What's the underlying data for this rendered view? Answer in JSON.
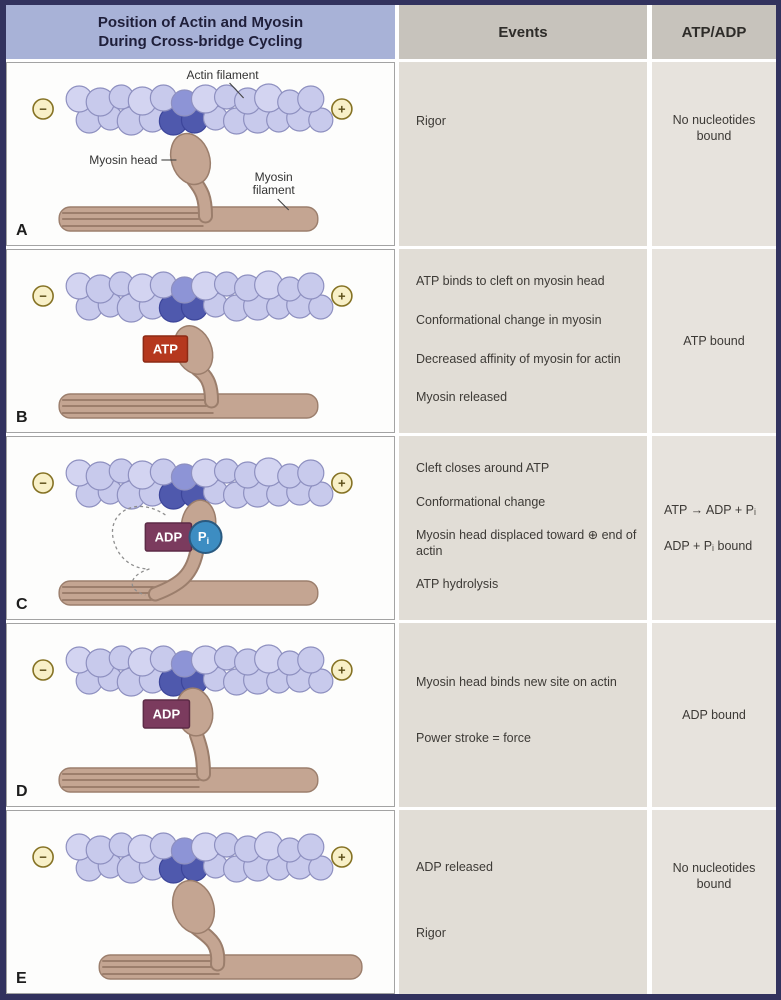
{
  "header": {
    "title_line1": "Position of Actin and Myosin",
    "title_line2": "During Cross-bridge Cycling",
    "events_col": "Events",
    "atp_col": "ATP/ADP"
  },
  "figure_labels": {
    "actin": "Actin filament",
    "myosin_head": "Myosin head",
    "myosin_filament_1": "Myosin",
    "myosin_filament_2": "filament"
  },
  "polarity": {
    "minus": "−",
    "plus": "+"
  },
  "nucleotide_labels": {
    "atp": "ATP",
    "adp": "ADP",
    "pi": "Pi"
  },
  "rows": [
    {
      "letter": "A",
      "state": "rigor_labeled",
      "events": [
        "Rigor"
      ],
      "atp_adp": [
        "No nucleotides bound"
      ]
    },
    {
      "letter": "B",
      "state": "released_atp",
      "events": [
        "ATP binds to cleft on myosin head",
        "Conformational change in myosin",
        "Decreased affinity of myosin for actin",
        "Myosin released"
      ],
      "atp_adp": [
        "ATP bound"
      ]
    },
    {
      "letter": "C",
      "state": "cocked_adp_pi",
      "events": [
        "Cleft closes around ATP",
        "Conformational change",
        "Myosin head displaced toward ⊕ end of actin",
        "ATP hydrolysis"
      ],
      "atp_adp": [
        "ATP → ADP + Pᵢ",
        "ADP + Pᵢ bound"
      ]
    },
    {
      "letter": "D",
      "state": "powerstroke_adp",
      "events": [
        "Myosin head binds new site on actin",
        "Power stroke = force"
      ],
      "atp_adp": [
        "ADP bound"
      ]
    },
    {
      "letter": "E",
      "state": "rigor_shifted",
      "events": [
        "ADP released",
        "Rigor"
      ],
      "atp_adp": [
        "No nucleotides bound"
      ]
    }
  ],
  "colors": {
    "frame_navy": "#32325e",
    "header_blue": "#a8b2d7",
    "header_gray": "#c7c3bc",
    "events_bg": "#e1ddd6",
    "atp_bg": "#e7e3dd",
    "actin_fill": "#c8caec",
    "actin_fill2": "#d3d4f1",
    "actin_mid": "#8d94d6",
    "actin_dark": "#4f59ad",
    "actin_dark_stroke": "#3c459a",
    "actin_stroke": "#8e90c0",
    "myosin_fill": "#c4a592",
    "myosin_stroke": "#9b7e6c",
    "stripe": "#8f7260",
    "atp_box": "#b5381e",
    "atp_box_stroke": "#8c2a15",
    "adp_box": "#7b3b5e",
    "adp_box_stroke": "#5c2b46",
    "pi_fill": "#3d8dc2",
    "pi_stroke": "#2a5a80",
    "badge_fill": "#f8f0c8",
    "badge_stroke": "#857224",
    "badge_text": "#5a4d17",
    "label_text": "#333333",
    "ghost": "#8f8f8f"
  }
}
